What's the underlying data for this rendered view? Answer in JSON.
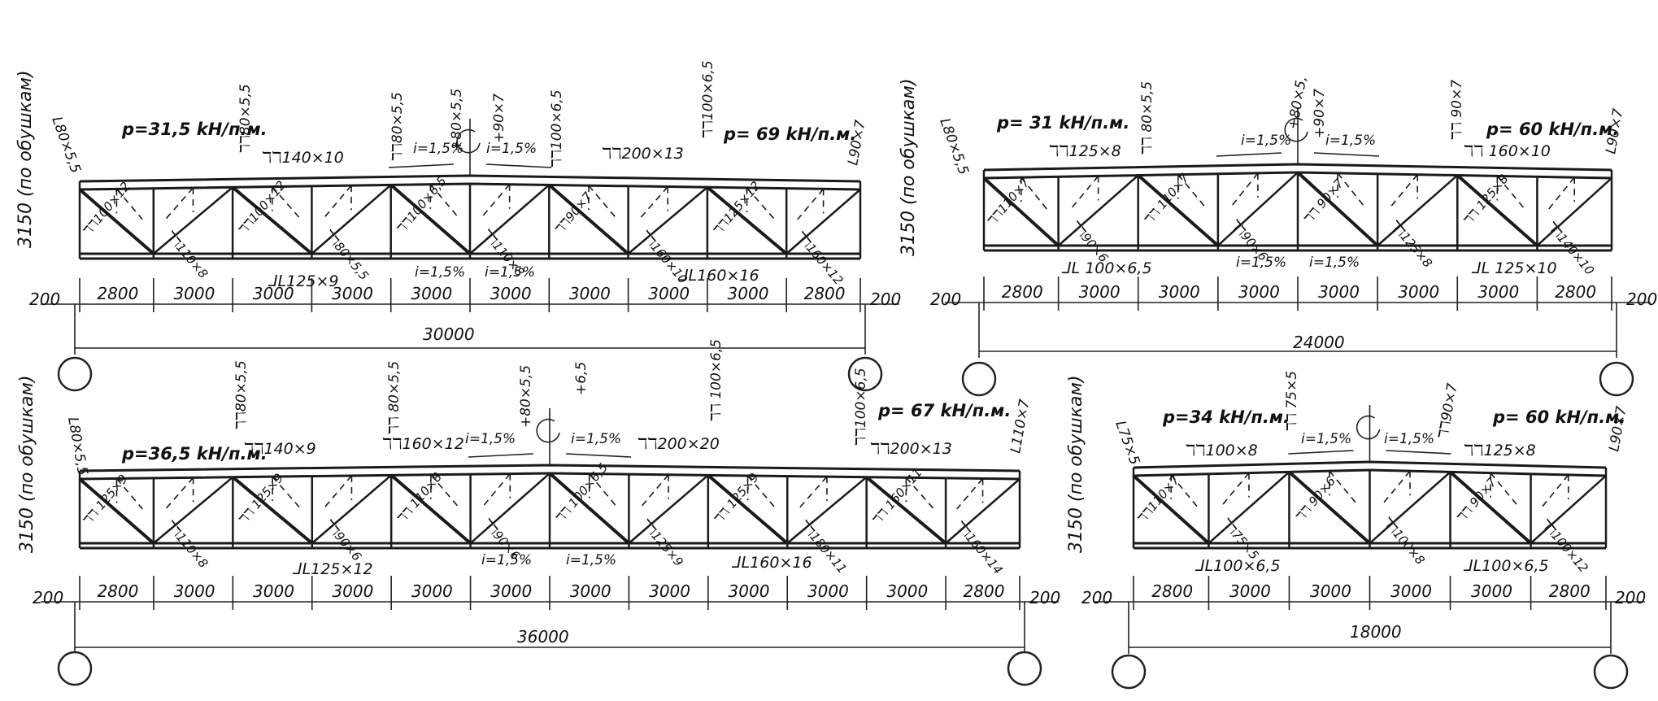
{
  "trusses": [
    {
      "id": "truss-30000",
      "span_total": "30000",
      "panels": [
        "2800",
        "3000",
        "3000",
        "3000",
        "3000",
        "3000",
        "3000",
        "3000",
        "3000",
        "2800"
      ],
      "end_offsets": [
        "200",
        "200"
      ],
      "height": "3150",
      "height_note": "(по обушкам)",
      "loads": [
        "p=31,5 kH/п.м.",
        "p= 69 kH/п.м."
      ],
      "top_chords": [
        "ℸℸ140×10",
        "ℸℸ200×13"
      ],
      "bottom_chords": [
        "ᒧᒪ125×9",
        "ᒧᒪ160×16"
      ],
      "members": [
        "ℸℸ100×12",
        "ℸℸ110×8",
        "ℸℸ100×12",
        "ℸℸ80×5,5",
        "ℸℸ100×6,5",
        "ℸℸ110×8",
        "ℸℸ90×7",
        "ℸℸ160×10",
        "ℸℸ125×12",
        "ℸℸ160×12"
      ],
      "top_verticals": [
        "L80×5,5",
        "ℸℸ80×5,5",
        "ℸℸ80×5,5",
        "+80×5,5",
        "+90×7",
        "ℸℸ100×6,5",
        "ℸℸ100×6,5",
        "L90×7"
      ],
      "slopes": [
        "i=1,5%",
        "i=1,5%",
        "i=1,5%",
        "i=1,5%"
      ]
    },
    {
      "id": "truss-24000",
      "span_total": "24000",
      "panels": [
        "2800",
        "3000",
        "3000",
        "3000",
        "3000",
        "3000",
        "3000",
        "2800"
      ],
      "end_offsets": [
        "200",
        "200"
      ],
      "height": "3150",
      "height_note": "(по обушкам)",
      "loads": [
        "p= 31 kH/п.м.",
        "p= 60 kH/п.м."
      ],
      "top_chords": [
        "ℸℸ125×8",
        "ℸℸ 160×10"
      ],
      "bottom_chords": [
        "ᒧᒪ 100×6,5",
        "ᒧᒪ 125×10"
      ],
      "members": [
        "ℸℸ110×7",
        "ℸℸ90×6",
        "ℸℸ 110×7",
        "ℸℸ90×6",
        "ℸℸ 90×7",
        "ℸℸ125×8",
        "ℸℸ 125×8",
        "ℸℸ140×10"
      ],
      "top_verticals": [
        "L80×5,5",
        "ℸℸ 80×5,5",
        "+80×5,",
        "+90×7",
        "ℸℸ 90×7",
        "L90×7"
      ],
      "slopes": [
        "i=1,5%",
        "i=1,5%",
        "i=1,5%",
        "i=1,5%"
      ]
    },
    {
      "id": "truss-36000",
      "span_total": "36000",
      "panels": [
        "2800",
        "3000",
        "3000",
        "3000",
        "3000",
        "3000",
        "3000",
        "3000",
        "3000",
        "3000",
        "3000",
        "2800"
      ],
      "end_offsets": [
        "200",
        "200"
      ],
      "height": "3150",
      "height_note": "(по обушкам)",
      "loads": [
        "p=36,5 kH/п.м.",
        "p= 67 kH/п.м."
      ],
      "top_chords": [
        "ℸℸ140×9",
        "ℸℸ160×12",
        "ℸℸ200×20",
        "ℸℸ200×13"
      ],
      "bottom_chords": [
        "ᒧᒪ125×12",
        "ᒧᒪ160×16"
      ],
      "members": [
        "ℸℸ 125×9",
        "ℸℸ110×8",
        "ℸℸ 125×9",
        "ℸℸ90×6",
        "ℸℸ 110×8",
        "ℸℸ90×6",
        "ℸℸ 100×6,5",
        "ℸℸ125×9",
        "ℸℸ 125×9",
        "ℸℸ180×11",
        "ℸℸ 160×11",
        "ℸℸ160×14"
      ],
      "top_verticals": [
        "L80×5,5",
        "ℸℸ80×5,5",
        "ℸℸ 80×5,5",
        "+80×5,5",
        "+6,5",
        "ℸℸ 100×6,5",
        "ℸℸ100×6,5",
        "L110×7"
      ],
      "slopes": [
        "i=1,5%",
        "i=1,5%",
        "i=1,5%",
        "i=1,5%"
      ]
    },
    {
      "id": "truss-18000",
      "span_total": "18000",
      "panels": [
        "2800",
        "3000",
        "3000",
        "3000",
        "3000",
        "2800"
      ],
      "end_offsets": [
        "200",
        "200"
      ],
      "height": "3150",
      "height_note": "(по обушкам)",
      "loads": [
        "p=34 kH/п.м.",
        "p= 60 kH/п.м."
      ],
      "top_chords": [
        "ℸℸ100×8",
        "ℸℸ125×8"
      ],
      "bottom_chords": [
        "ᒧᒪ100×6,5",
        "ᒧᒪ100×6,5"
      ],
      "members": [
        "ℸℸ110×7",
        "ℸℸ75×5",
        "ℸℸ 90×6",
        "ℸℸ100×8",
        "ℸℸ 90×7",
        "ℸℸ100×12"
      ],
      "top_verticals": [
        "L75×5",
        "ℸℸ 75×5",
        "ℸℸ90×7",
        "L90×7"
      ],
      "slopes": [
        "i=1,5%",
        "i=1,5%"
      ]
    }
  ]
}
